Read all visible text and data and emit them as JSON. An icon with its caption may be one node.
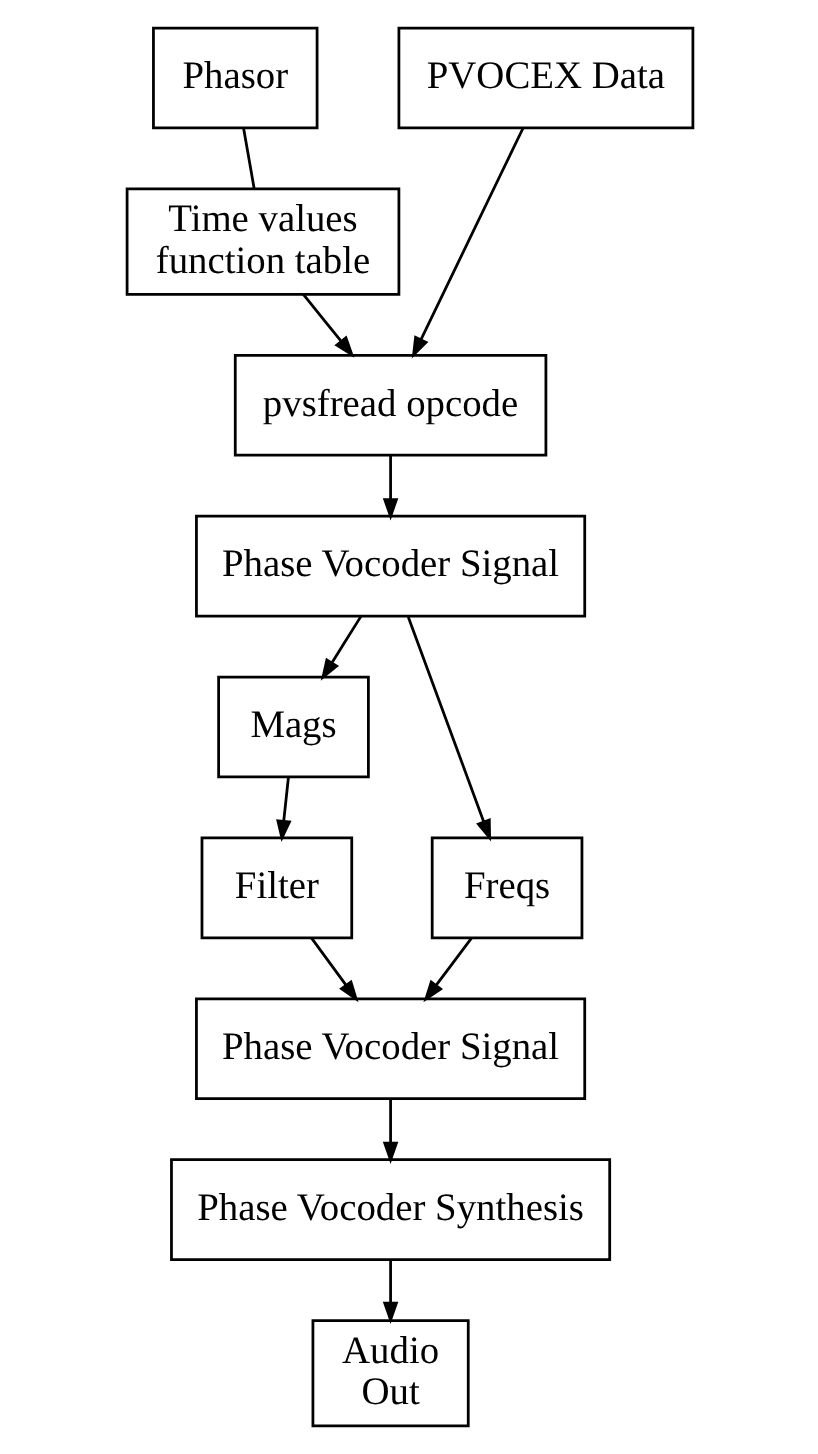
{
  "diagram": {
    "nodes": [
      {
        "text": [
          "Phasor"
        ]
      },
      {
        "text": [
          "Time values function table"
        ]
      },
      {
        "text": [
          "PVOCEX Data"
        ]
      },
      {
        "text": [
          "pvsfread opcode"
        ]
      },
      {
        "text": [
          "Phase Vocoder Signal"
        ]
      },
      {
        "text": [
          "Mags"
        ]
      },
      {
        "text": [
          "Freqs"
        ]
      },
      {
        "text": [
          "Filter"
        ]
      },
      {
        "text": [
          "Phase Vocoder Signal"
        ]
      },
      {
        "text": [
          "Phase Vocoder Synthesis"
        ]
      },
      {
        "text": [
          "Audio Out"
        ]
      }
    ],
    "edges": [
      {
        "from": 0,
        "to": 1,
        "arrow": "none"
      },
      {
        "from": 2,
        "to": 3,
        "arrow": "to"
      },
      {
        "from": 1,
        "to": 3,
        "arrow": "to"
      },
      {
        "from": 3,
        "to": 4,
        "arrow": "to"
      },
      {
        "from": 4,
        "to": 5,
        "arrow": "to"
      },
      {
        "from": 4,
        "to": 6,
        "arrow": "to"
      },
      {
        "from": 5,
        "to": 7,
        "arrow": "to"
      },
      {
        "from": 7,
        "to": 8,
        "arrow": "to"
      },
      {
        "from": 6,
        "to": 8,
        "arrow": "to"
      },
      {
        "from": 8,
        "to": 9,
        "arrow": "to"
      },
      {
        "from": 9,
        "to": 10,
        "arrow": "to"
      }
    ]
  }
}
